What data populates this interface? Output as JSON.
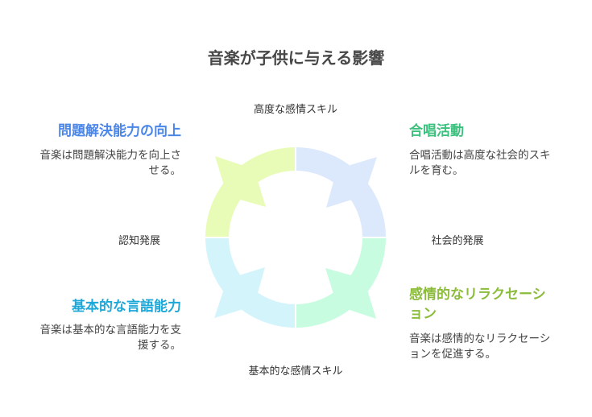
{
  "title": "音楽が子供に与える影響",
  "cycle": {
    "labels": {
      "top": "高度な感情スキル",
      "right": "社会的発展",
      "bottom": "基本的な感情スキル",
      "left": "認知発展"
    },
    "colors": {
      "top_right": "#dce8fc",
      "bottom_right": "#c8fce0",
      "bottom_left": "#d4f4fc",
      "top_left": "#e8fcb8"
    }
  },
  "sections": {
    "problem_solving": {
      "heading": "問題解決能力の向上",
      "desc": [
        "音楽は問題解決能力を向上さ",
        "せる。"
      ],
      "color": "#4a86e8"
    },
    "choir": {
      "heading": "合唱活動",
      "desc": [
        "合唱活動は高度な社会的スキ",
        "ルを育む。"
      ],
      "color": "#3cc07e"
    },
    "language": {
      "heading": "基本的な言語能力",
      "desc": [
        "音楽は基本的な言語能力を支",
        "援する。"
      ],
      "color": "#1ea8d8"
    },
    "relaxation": {
      "heading": [
        "感情的なリラクセーシ",
        "ョン"
      ],
      "desc": [
        "音楽は感情的なリラクセーシ",
        "ョンを促進する。"
      ],
      "color": "#8cbc3c"
    }
  }
}
